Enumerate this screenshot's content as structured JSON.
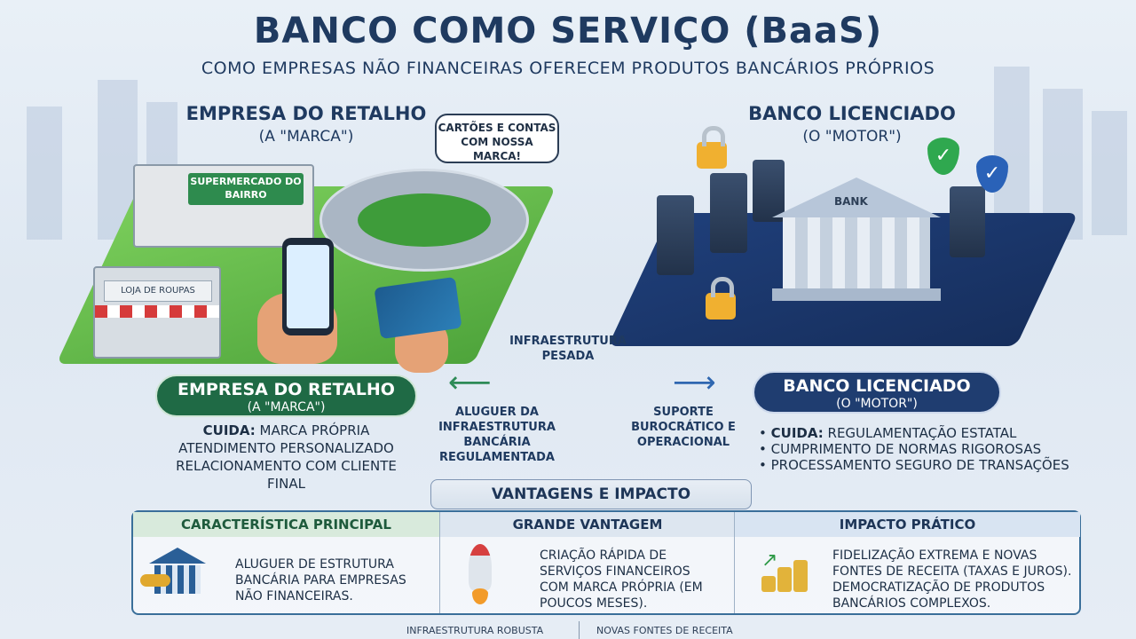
{
  "header": {
    "title": "BANCO COMO SERVIÇO (BaaS)",
    "subtitle": "COMO EMPRESAS NÃO FINANCEIRAS OFERECEM PRODUTOS BANCÁRIOS PRÓPRIOS"
  },
  "left_side": {
    "title": "EMPRESA DO RETALHO",
    "subtitle": "(A \"MARCA\")",
    "speech_bubble": "CARTÕES E CONTAS COM NOSSA MARCA!",
    "store_signs": [
      "SUPERMERCADO DO BAIRRO",
      "LOJA DE ROUPAS"
    ],
    "box_title": "EMPRESA DO RETALHO",
    "box_subtitle": "(A \"MARCA\")",
    "care_label": "CUIDA:",
    "care_items": [
      "MARCA PRÓPRIA",
      "ATENDIMENTO PERSONALIZADO",
      "RELACIONAMENTO COM CLIENTE FINAL"
    ]
  },
  "right_side": {
    "title": "BANCO LICENCIADO",
    "subtitle": "(O \"MOTOR\")",
    "bank_label": "BANK",
    "box_title": "BANCO LICENCIADO",
    "box_subtitle": "(O \"MOTOR\")",
    "care_label": "CUIDA:",
    "care_items": [
      "REGULAMENTAÇÃO ESTATAL",
      "CUMPRIMENTO DE NORMAS RIGOROSAS",
      "PROCESSAMENTO SEGURO DE TRANSAÇÕES"
    ]
  },
  "middle": {
    "infra_label": "INFRAESTRUTURA PESADA",
    "left_flow": "ALUGUER DA INFRAESTRUTURA BANCÁRIA REGULAMENTADA",
    "right_flow": "SUPORTE BUROCRÁTICO E OPERACIONAL"
  },
  "bottom": {
    "heading": "VANTAGENS E IMPACTO",
    "columns": [
      {
        "header": "CARACTERÍSTICA PRINCIPAL",
        "text": "ALUGUER DE ESTRUTURA BANCÁRIA PARA EMPRESAS NÃO FINANCEIRAS."
      },
      {
        "header": "GRANDE VANTAGEM",
        "text": "CRIAÇÃO RÁPIDA DE SERVIÇOS FINANCEIROS COM MARCA PRÓPRIA (EM POUCOS MESES)."
      },
      {
        "header": "IMPACTO PRÁTICO",
        "text": "FIDELIZAÇÃO EXTREMA E NOVAS FONTES DE RECEITA (TAXAS E JUROS). DEMOCRATIZAÇÃO DE PRODUTOS BANCÁRIOS COMPLEXOS."
      }
    ]
  },
  "footer": [
    "INFRAESTRUTURA ROBUSTA",
    "NOVAS FONTES DE RECEITA"
  ],
  "colors": {
    "green": "#1f6a45",
    "navy": "#1f3d70",
    "title": "#1f3a60"
  },
  "icons": [
    "bank-building-icon",
    "key-icon",
    "rocket-icon",
    "coins-growth-icon",
    "lock-icon",
    "shield-check-icon"
  ]
}
